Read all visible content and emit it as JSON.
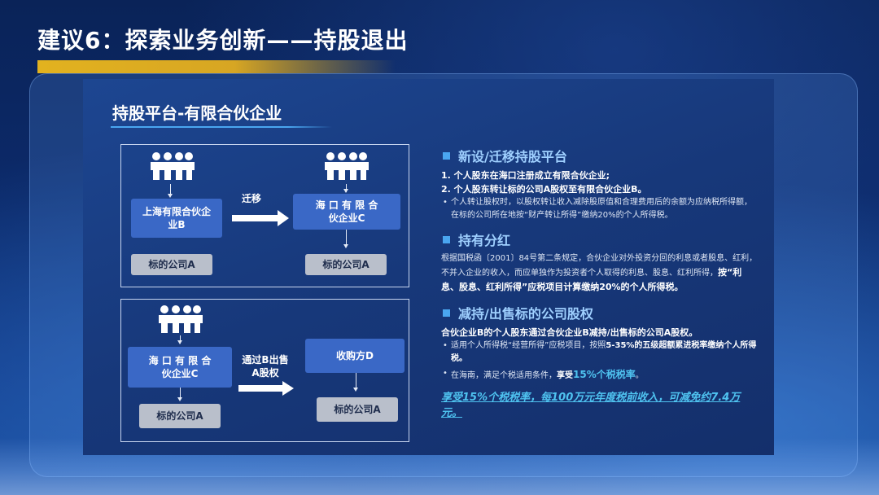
{
  "slide": {
    "title": "建议6：探索业务创新——持股退出",
    "subtitle": "持股平台-有限合伙企业"
  },
  "diagram_top": {
    "box_b": "上海有限合伙企业B",
    "box_c": "海 口 有 限 合伙企业C",
    "target_left": "标的公司A",
    "target_right": "标的公司A",
    "arrow_label": "迁移"
  },
  "diagram_bottom": {
    "box_c": "海 口 有 限 合伙企业C",
    "box_d": "收购方D",
    "target_left": "标的公司A",
    "target_right": "标的公司A",
    "arrow_label": "通过B出售A股权"
  },
  "section1": {
    "heading": "新设/迁移持股平台",
    "line1": "1. 个人股东在海口注册成立有限合伙企业;",
    "line2": "2. 个人股东转让标的公司A股权至有限合伙企业B。",
    "bullet": "个人转让股权时，以股权转让收入减除股原值和合理费用后的余额为应纳税所得额，在标的公司所在地按“财产转让所得”缴纳20%的个人所得税。"
  },
  "section2": {
    "heading": "持有分红",
    "para_normal": "根据国税函〔2001〕84号第二条规定，合伙企业对外投资分回的利息或者股息、红利，不并入企业的收入，而应单独作为投资者个人取得的利息、股息、红利所得，",
    "para_bold": "按“利息、股息、红利所得”应税项目计算缴纳20%的个人所得税。"
  },
  "section3": {
    "heading": "减持/出售标的公司股权",
    "line1": "合伙企业B的个人股东通过合伙企业B减持/出售标的公司A股权。",
    "bullet1_normal": "适用个人所得税“经营所得”应税项目，按照",
    "bullet1_bold": "5-35%的五级超额累进税率缴纳个人所得税。",
    "bullet2_normal": "在海南，满足个税适用条件，",
    "bullet2_bold": "享受",
    "bullet2_highlight": "15%个税税率",
    "bullet2_end": "。"
  },
  "conclusion": "享受15%个税税率，每100万元年度税前收入，可减免约7.4万元。",
  "colors": {
    "accent_gold": "#e2b21f",
    "accent_cyan": "#4fc3f0",
    "box_blue": "#3a68c6",
    "box_gray": "#b9bfcb"
  },
  "icons": [
    "people-group-icon",
    "right-arrow-icon"
  ]
}
